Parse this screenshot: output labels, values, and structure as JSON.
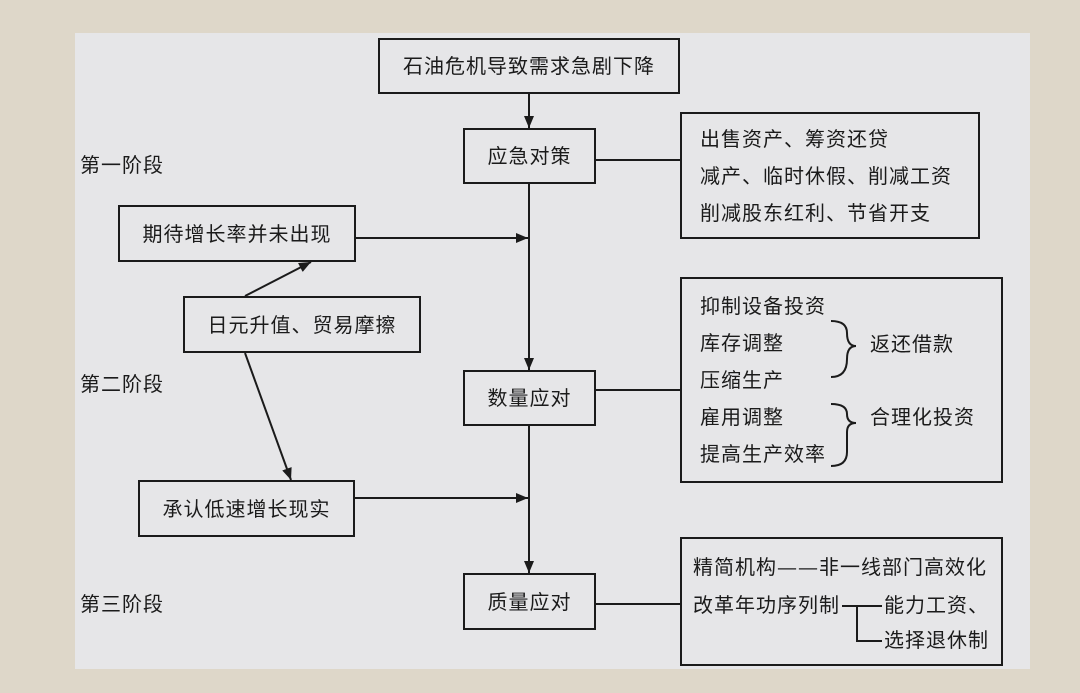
{
  "colors": {
    "background": "#ded7c9",
    "panel": "#e6e6e8",
    "ink": "#1b1b1b"
  },
  "stages": [
    "第一阶段",
    "第二阶段",
    "第三阶段"
  ],
  "flow": {
    "trigger": "石油危机导致需求急剧下降",
    "emergency": "应急对策",
    "quantity": "数量应对",
    "quality": "质量应对"
  },
  "factors": {
    "expected_growth": "期待增长率并未出现",
    "yen_trade": "日元升值、贸易摩擦",
    "low_growth": "承认低速增长现实"
  },
  "emergency_measures": [
    "出售资产、筹资还贷",
    "减产、临时休假、削减工资",
    "削减股东红利、节省开支"
  ],
  "quantity_measures": {
    "items": [
      "抑制设备投资",
      "库存调整",
      "压缩生产",
      "雇用调整",
      "提高生产效率"
    ],
    "groups": [
      "返还借款",
      "合理化投资"
    ]
  },
  "quality_measures": {
    "restructure": "精简机构——非一线部门高效化",
    "seniority_reform": "改革年功序列制",
    "branches": [
      "能力工资、",
      "选择退休制"
    ]
  }
}
